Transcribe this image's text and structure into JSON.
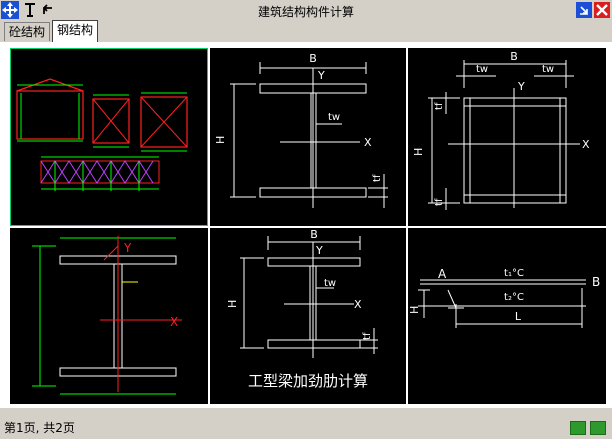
{
  "window": {
    "title": "建筑结构构件计算"
  },
  "tabs": [
    {
      "label": "砼结构",
      "active": false
    },
    {
      "label": "钢结构",
      "active": true
    }
  ],
  "panels": {
    "i_section": {
      "b": "B",
      "y": "Y",
      "x": "X",
      "tw": "tw",
      "h": "H",
      "tf": "tf"
    },
    "box": {
      "b": "B",
      "tw1": "tw",
      "tw2": "tw",
      "y": "Y",
      "x": "X",
      "tf1": "tf",
      "tf2": "tf",
      "h": "H"
    },
    "i_beam_colored": {
      "y": "Y",
      "x": "X"
    },
    "stiffener": {
      "b": "B",
      "y": "Y",
      "x": "X",
      "tw": "tw",
      "h": "H",
      "tf": "tf",
      "caption": "工型梁加劲肋计算"
    },
    "thermal": {
      "a": "A",
      "b": "B",
      "t1": "t₁°C",
      "t2": "t₂°C",
      "h": "H",
      "l": "L"
    }
  },
  "status": {
    "page": "第1页, 共2页"
  },
  "colors": {
    "window_bg": "#d4d0c8",
    "canvas_bg": "#000000",
    "selected_border": "#00d36a"
  }
}
